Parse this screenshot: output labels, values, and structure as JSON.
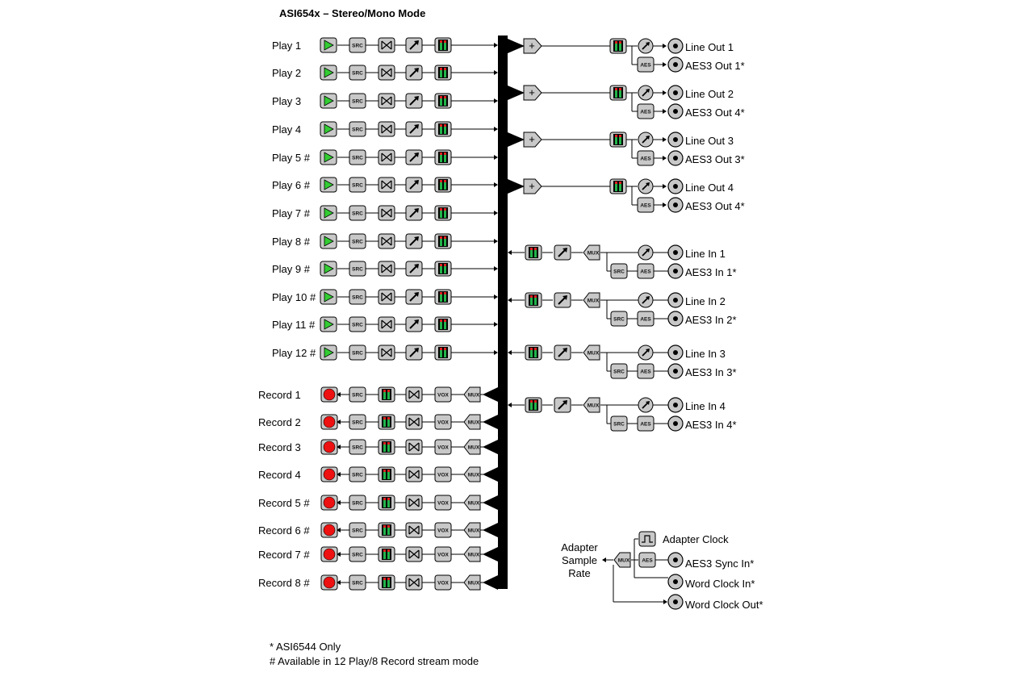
{
  "title": "ASI654x – Stereo/Mono Mode",
  "colors": {
    "block_fill": "#c8c8c8",
    "play_green": "#33cc33",
    "meter_green": "#21b44a",
    "meter_red": "#e02020",
    "record_red": "#ee1111",
    "bus": "#000000"
  },
  "icons": {
    "play": "play-triangle-icon",
    "src": "src-icon",
    "mixer": "mixer-bowtie-icon",
    "volume": "volume-arrow-icon",
    "meter": "level-meter-icon",
    "vox": "vox-icon",
    "mux": "mux-icon",
    "record": "record-dot-icon",
    "sum": "summer-plus-icon",
    "knob": "level-knob-icon",
    "aes": "aes-icon",
    "connector": "connector-icon",
    "clock": "clock-pulse-icon"
  },
  "block_labels": {
    "src": "SRC",
    "vox": "VOX",
    "mux": "MUX",
    "aes": "AES",
    "sum": "+"
  },
  "play_streams": [
    "Play 1",
    "Play 2",
    "Play 3",
    "Play 4",
    "Play 5 #",
    "Play 6 #",
    "Play 7 #",
    "Play 8 #",
    "Play 9 #",
    "Play 10 #",
    "Play 11 #",
    "Play 12 #"
  ],
  "record_streams": [
    "Record 1",
    "Record 2",
    "Record 3",
    "Record 4",
    "Record 5 #",
    "Record 6 #",
    "Record 7 #",
    "Record 8 #"
  ],
  "outputs": [
    {
      "line": "Line Out 1",
      "aes": "AES3 Out 1*"
    },
    {
      "line": "Line Out 2",
      "aes": "AES3 Out 4*"
    },
    {
      "line": "Line Out 3",
      "aes": "AES3 Out 3*"
    },
    {
      "line": "Line Out 4",
      "aes": "AES3 Out 4*"
    }
  ],
  "inputs": [
    {
      "line": "Line In 1",
      "aes": "AES3 In 1*"
    },
    {
      "line": "Line In 2",
      "aes": "AES3 In 2*"
    },
    {
      "line": "Line In 3",
      "aes": "AES3 In 3*"
    },
    {
      "line": "Line In 4",
      "aes": "AES3 In 4*"
    }
  ],
  "clock": {
    "sample_rate_lines": [
      "Adapter",
      "Sample",
      "Rate"
    ],
    "adapter_clock": "Adapter Clock",
    "aes3_sync_in": "AES3 Sync In*",
    "word_clock_in": "Word Clock In*",
    "word_clock_out": "Word Clock Out*"
  },
  "footnotes": {
    "asterisk": "* ASI6544 Only",
    "hash": "# Available in 12 Play/8 Record stream mode"
  }
}
